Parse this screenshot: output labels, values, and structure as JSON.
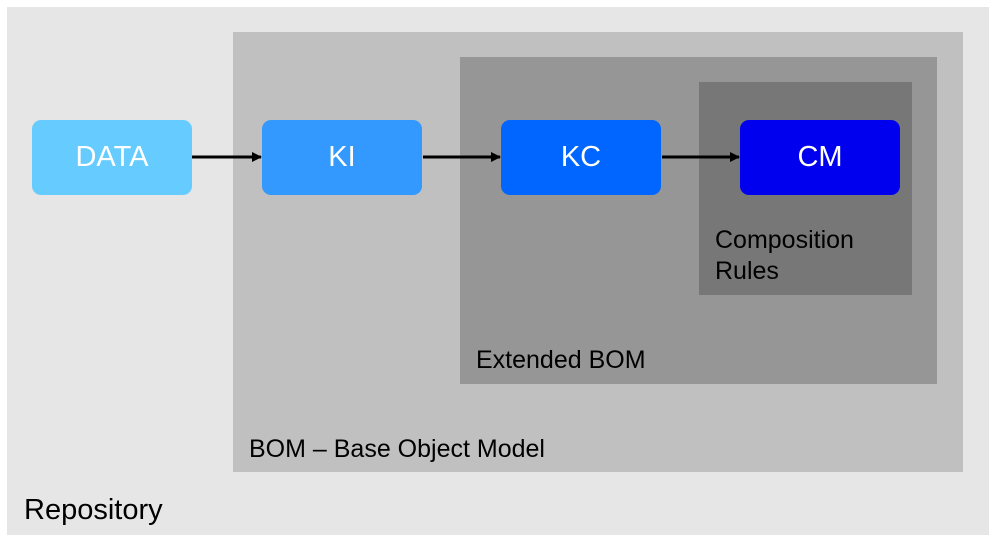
{
  "regions": {
    "repository": "Repository",
    "bom": "BOM – Base Object Model",
    "extended_bom": "Extended BOM",
    "composition_rules": "Composition Rules"
  },
  "nodes": {
    "data": "DATA",
    "ki": "KI",
    "kc": "KC",
    "cm": "CM"
  },
  "colors": {
    "repository": "#e6e6e6",
    "bom": "#c0c0c0",
    "extended_bom": "#969696",
    "composition_rules": "#777777",
    "data": "#66ccff",
    "ki": "#3399ff",
    "kc": "#0066ff",
    "cm": "#0000ee"
  }
}
